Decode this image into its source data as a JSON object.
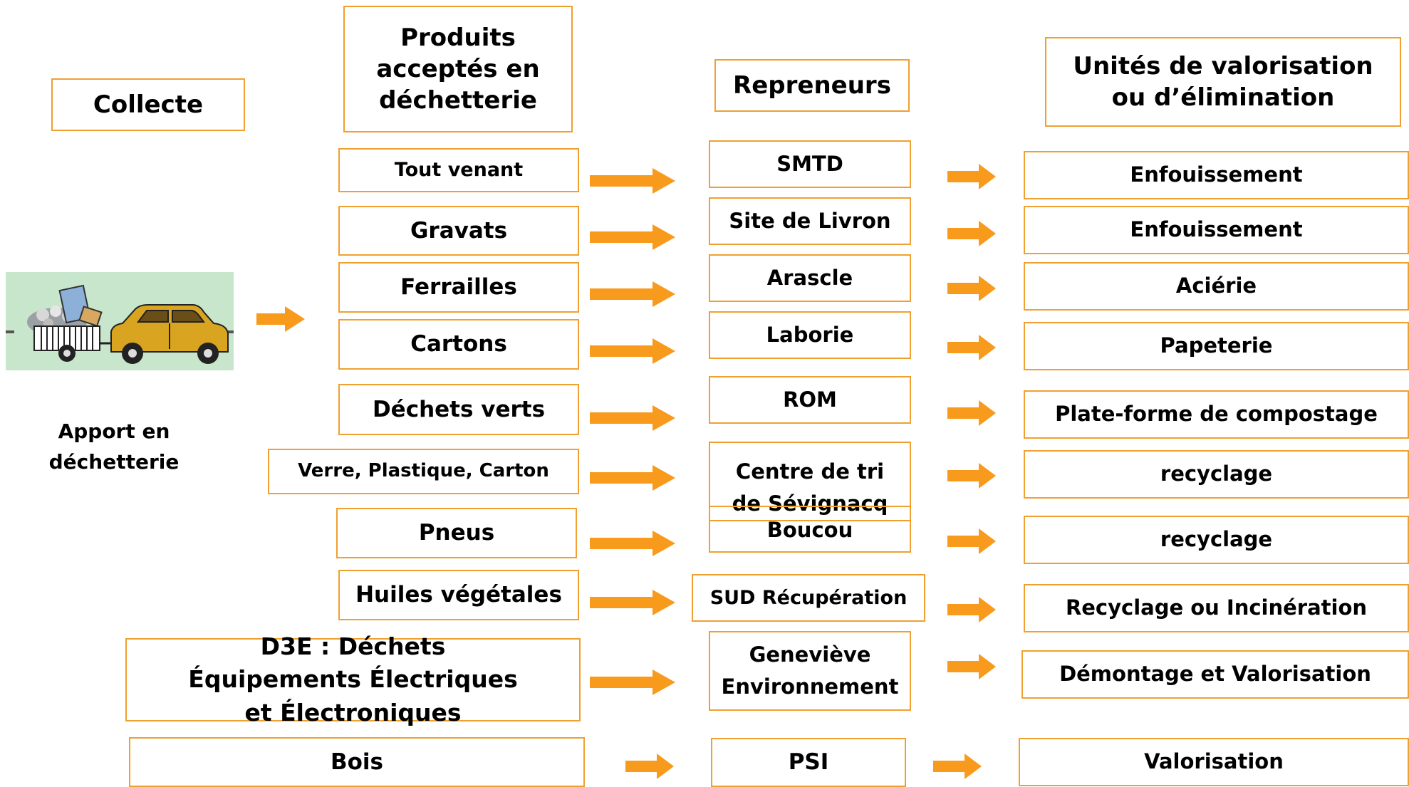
{
  "headers": {
    "collecte": "Collecte",
    "produits": "Produits acceptés en déchetterie",
    "repreneurs": "Repreneurs",
    "unites": "Unités de valorisation ou d’élimination"
  },
  "apport_label": "Apport en déchetterie",
  "rows": [
    {
      "produit": "Tout venant",
      "repreneur": "SMTD",
      "unite": "Enfouissement"
    },
    {
      "produit": "Gravats",
      "repreneur": "Site de Livron",
      "unite": "Enfouissement"
    },
    {
      "produit": "Ferrailles",
      "repreneur": "Arascle",
      "unite": "Aciérie"
    },
    {
      "produit": "Cartons",
      "repreneur": "Laborie",
      "unite": "Papeterie"
    },
    {
      "produit": "Déchets verts",
      "repreneur": "ROM",
      "unite": "Plate-forme de compostage"
    },
    {
      "produit": "Verre, Plastique, Carton",
      "repreneur": "Centre de tri de Sévignacq",
      "unite": "recyclage"
    },
    {
      "produit": "Pneus",
      "repreneur": "Boucou",
      "unite": "recyclage"
    },
    {
      "produit": "Huiles végétales",
      "repreneur": "SUD Récupération",
      "unite": "Recyclage ou Incinération"
    },
    {
      "produit": "D3E : Déchets Équipements Électriques et Électroniques",
      "repreneur": "Geneviève Environnement",
      "unite": "Démontage et Valorisation"
    },
    {
      "produit": "Bois",
      "repreneur": "PSI",
      "unite": "Valorisation"
    }
  ],
  "colors": {
    "border": "#f0a030",
    "arrow": "#f89a1c",
    "car_bg": "#c8e6cc",
    "car_body": "#d9a520"
  }
}
